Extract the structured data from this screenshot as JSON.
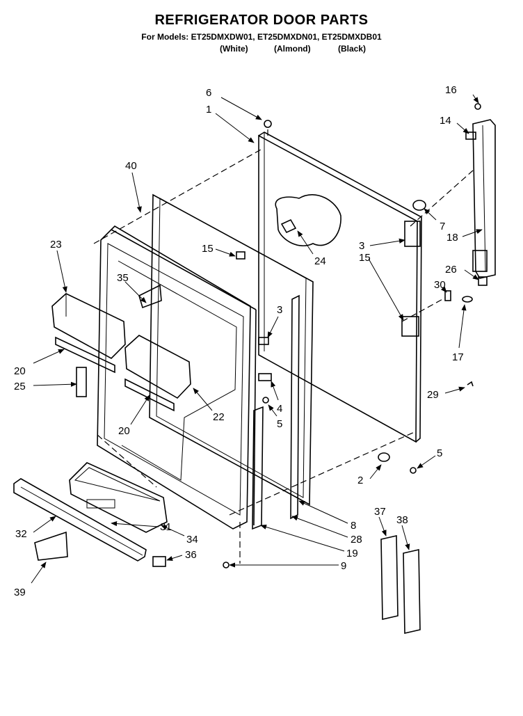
{
  "header": {
    "title": "REFRIGERATOR DOOR PARTS",
    "models": "For Models: ET25DMXDW01, ET25DMXDN01, ET25DMXDB01",
    "colors": [
      "(White)",
      "(Almond)",
      "(Black)"
    ]
  },
  "callouts": {
    "c1": "1",
    "c2": "2",
    "c3a": "3",
    "c3b": "3",
    "c4": "4",
    "c5a": "5",
    "c5b": "5",
    "c6": "6",
    "c7": "7",
    "c8": "8",
    "c9": "9",
    "c14": "14",
    "c15a": "15",
    "c15b": "15",
    "c16": "16",
    "c17": "17",
    "c18": "18",
    "c19": "19",
    "c20a": "20",
    "c20b": "20",
    "c22": "22",
    "c23": "23",
    "c24": "24",
    "c25": "25",
    "c26": "26",
    "c28": "28",
    "c29": "29",
    "c30": "30",
    "c31": "31",
    "c32": "32",
    "c34": "34",
    "c35": "35",
    "c36": "36",
    "c37": "37",
    "c38": "38",
    "c39": "39",
    "c40": "40"
  }
}
